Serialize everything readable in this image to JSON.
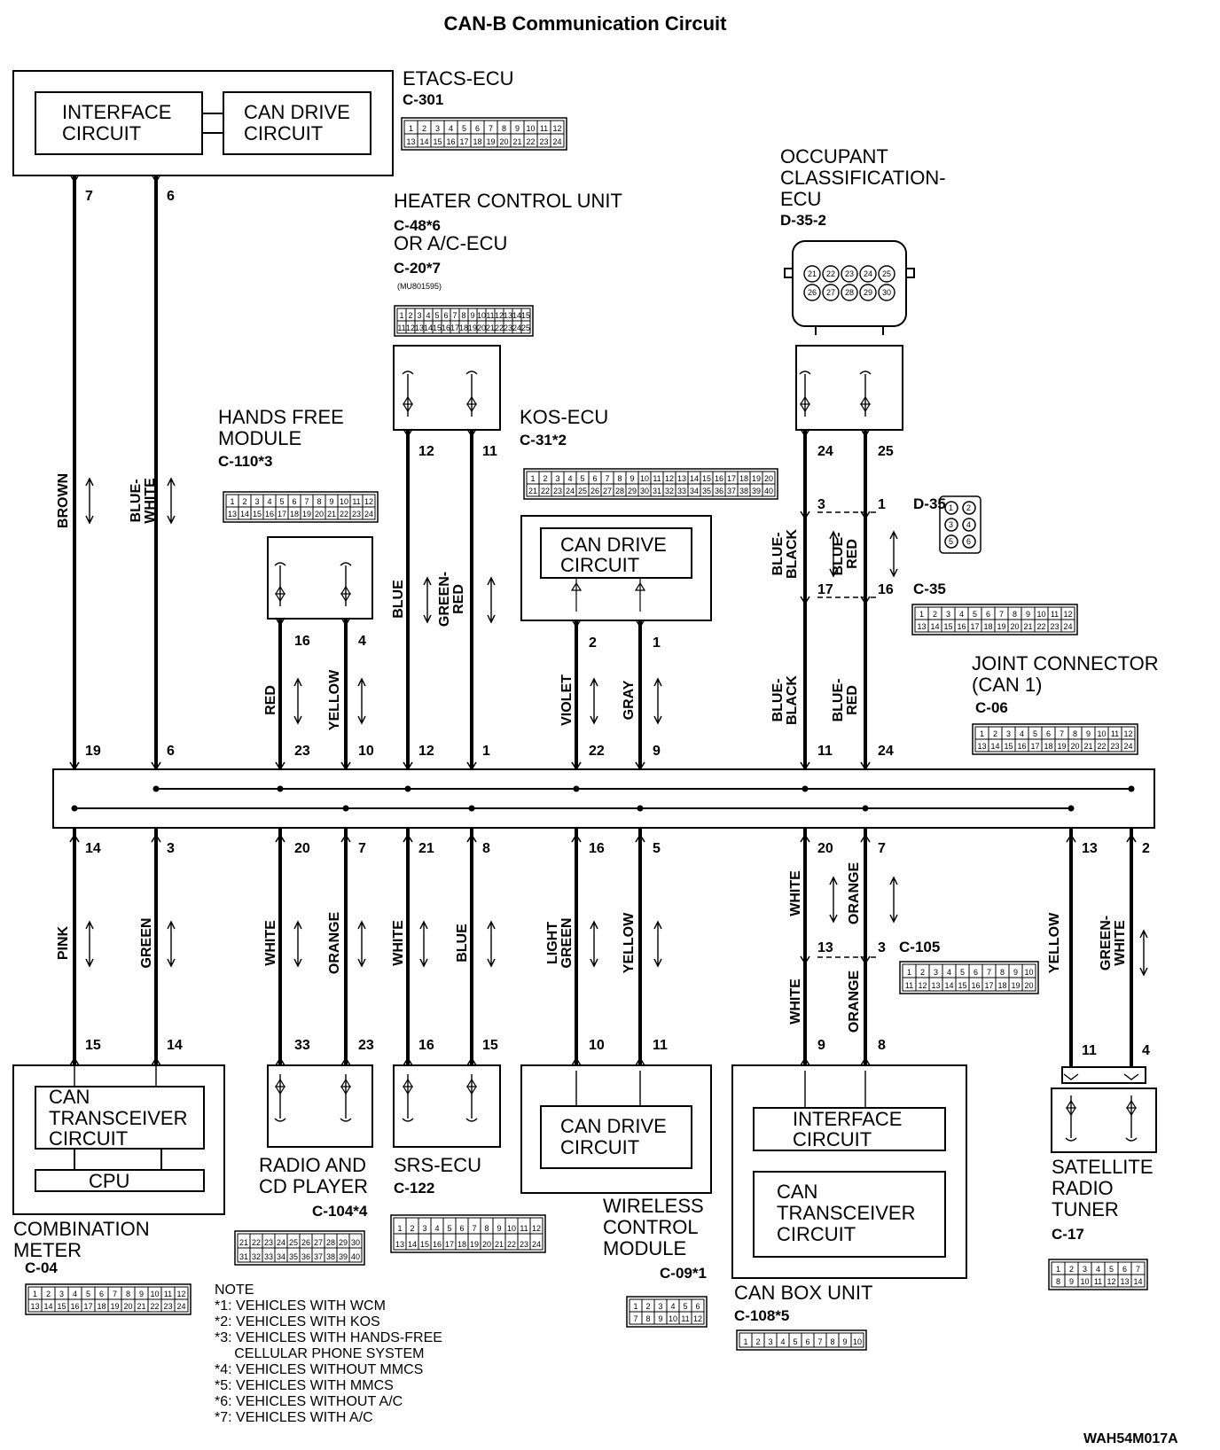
{
  "title": "CAN-B Communication Circuit",
  "reference_code": "WAH54M017A",
  "units": {
    "etacs": {
      "name": [
        "ETACS-ECU"
      ],
      "code": "C-301",
      "blocks": [
        "INTERFACE CIRCUIT",
        "CAN DRIVE CIRCUIT"
      ]
    },
    "heater": {
      "name": [
        "HEATER CONTROL UNIT"
      ],
      "code1": "C-48*6",
      "alt": "OR A/C-ECU",
      "code2": "C-20*7",
      "part": "(MU801595)"
    },
    "occupant": {
      "name": [
        "OCCUPANT",
        "CLASSIFICATION-",
        "ECU"
      ],
      "code": "D-35-2"
    },
    "hands_free": {
      "name": [
        "HANDS FREE",
        "MODULE"
      ],
      "code": "C-110*3"
    },
    "kos": {
      "name": [
        "KOS-ECU"
      ],
      "code": "C-31*2",
      "block": "CAN DRIVE CIRCUIT"
    },
    "joint": {
      "name": [
        "JOINT CONNECTOR",
        "(CAN 1)"
      ],
      "code": "C-06"
    },
    "combination_meter": {
      "name": [
        "COMBINATION",
        "METER"
      ],
      "code": "C-04",
      "blocks": [
        "CAN TRANSCEIVER CIRCUIT",
        "CPU"
      ]
    },
    "radio": {
      "name": [
        "RADIO AND",
        "CD PLAYER"
      ],
      "code": "C-104*4"
    },
    "srs": {
      "name": [
        "SRS-ECU"
      ],
      "code": "C-122"
    },
    "wireless": {
      "name": [
        "WIRELESS",
        "CONTROL",
        "MODULE"
      ],
      "code": "C-09*1",
      "block": "CAN DRIVE CIRCUIT"
    },
    "can_box": {
      "name": [
        "CAN BOX UNIT"
      ],
      "code": "C-108*5",
      "blocks": [
        "INTERFACE CIRCUIT",
        "CAN TRANSCEIVER CIRCUIT"
      ]
    },
    "satellite": {
      "name": [
        "SATELLITE",
        "RADIO",
        "TUNER"
      ],
      "code": "C-17"
    }
  },
  "intermediate_connectors": {
    "d35": "D-35",
    "c35": "C-35",
    "c105": "C-105"
  },
  "wire_colors": [
    "BROWN",
    "BLUE-WHITE",
    "BLUE",
    "GREEN-RED",
    "RED",
    "YELLOW",
    "VIOLET",
    "GRAY",
    "BLUE-BLACK",
    "BLUE-RED",
    "PINK",
    "GREEN",
    "WHITE",
    "ORANGE",
    "LIGHT GREEN",
    "GREEN-WHITE"
  ],
  "notes": {
    "heading": "NOTE",
    "items": [
      "*1: VEHICLES WITH WCM",
      "*2: VEHICLES WITH KOS",
      "*3: VEHICLES WITH HANDS-FREE",
      "     CELLULAR PHONE SYSTEM",
      "*4: VEHICLES WITHOUT MMCS",
      "*5: VEHICLES WITH MMCS",
      "*6: VEHICLES WITHOUT A/C",
      "*7: VEHICLES WITH A/C"
    ]
  }
}
